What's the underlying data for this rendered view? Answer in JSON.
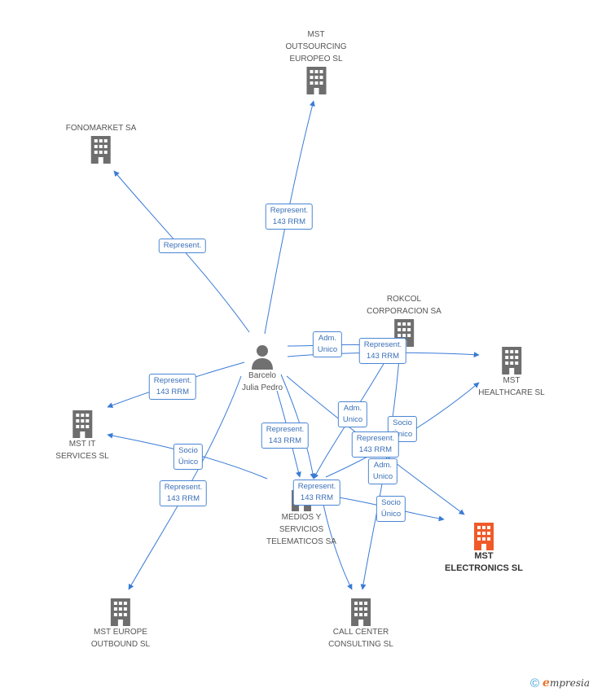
{
  "colors": {
    "edge": "#3a7bd5",
    "building": "#6e6e6e",
    "highlight": "#f05a28",
    "person": "#707070"
  },
  "nodes": {
    "mst_outsourcing": {
      "label": "MST\nOUTSOURCING\nEUROPEO SL",
      "icon": "building-icon"
    },
    "fonomarket": {
      "label": "FONOMARKET SA",
      "icon": "building-icon"
    },
    "rokcol": {
      "label": "ROKCOL\nCORPORACION SA",
      "icon": "building-icon"
    },
    "mst_healthcare": {
      "label": "MST\nHEALTHCARE SL",
      "icon": "building-icon"
    },
    "mst_it": {
      "label": "MST IT\nSERVICES SL",
      "icon": "building-icon"
    },
    "medios": {
      "label": "MEDIOS Y\nSERVICIOS\nTELEMATICOS SA",
      "icon": "building-icon"
    },
    "mst_electronics": {
      "label": "MST\nELECTRONICS SL",
      "icon": "building-icon"
    },
    "mst_europe": {
      "label": "MST EUROPE\nOUTBOUND SL",
      "icon": "building-icon"
    },
    "call_center": {
      "label": "CALL CENTER\nCONSULTING SL",
      "icon": "building-icon"
    },
    "barcelo": {
      "label": "Barcelo\nJulia Pedro",
      "icon": "person-icon"
    }
  },
  "edge_labels": {
    "outsourcing": "Represent.\n143 RRM",
    "fonomarket": "Represent.",
    "rokcol_adm": "Adm.\nUnico",
    "healthcare_rep": "Represent.\n143 RRM",
    "it_rep": "Represent.\n143 RRM",
    "medios_rep": "Represent.\n143 RRM",
    "adm_unico_2": "Adm.\nUnico",
    "socio_unico_1": "Socio\nÚnico",
    "represent_mid": "Represent.\n143 RRM",
    "socio_unico_it": "Socio\nÚnico",
    "europe_rep": "Represent.\n143 RRM",
    "adm_unico_3": "Adm.\nUnico",
    "call_rep": "Represent.\n143 RRM",
    "socio_unico_2": "Socio\nÚnico"
  },
  "footer": {
    "copyright": "©",
    "brand_initial": "e",
    "brand_rest": "mpresia"
  }
}
